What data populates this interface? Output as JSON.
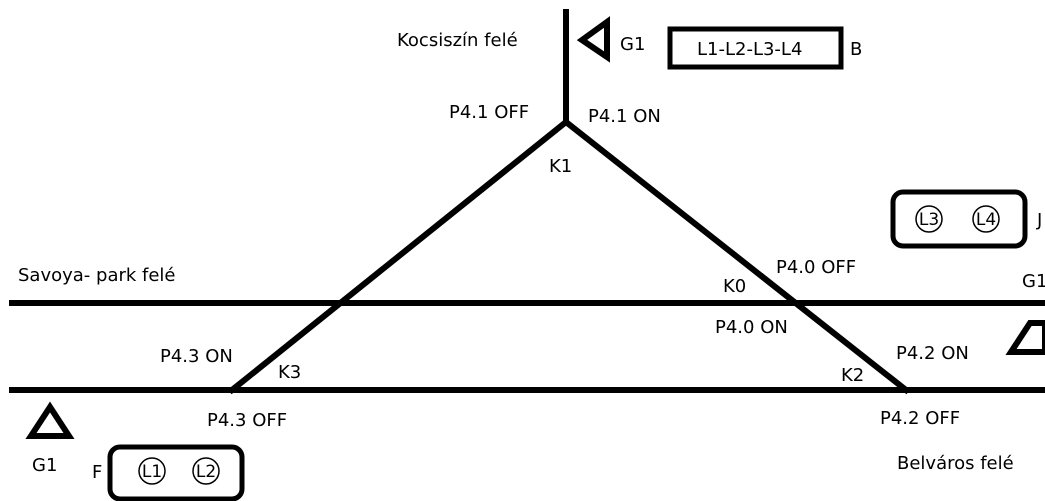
{
  "labels": {
    "kocsiszin": "Kocsiszín felé",
    "savoya": "Savoya- park felé",
    "belvaros": "Belváros felé"
  },
  "signals": {
    "top": "G1",
    "left": "G1",
    "right": "G1"
  },
  "boxes": {
    "top": {
      "text": "L1-L2-L3-L4",
      "suffix": "B"
    },
    "right": {
      "items": [
        "L3",
        "L4"
      ],
      "suffix": "J"
    },
    "bottom": {
      "items": [
        "L1",
        "L2"
      ],
      "suffix": "F"
    }
  },
  "points": {
    "p41_off": "P4.1 OFF",
    "p41_on": "P4.1 ON",
    "p40_off": "P4.0 OFF",
    "p40_on": "P4.0 ON",
    "p43_on": "P4.3 ON",
    "p43_off": "P4.3 OFF",
    "p42_on": "P4.2 ON",
    "p42_off": "P4.2 OFF"
  },
  "nodes": {
    "k0": "K0",
    "k1": "K1",
    "k2": "K2",
    "k3": "K3"
  },
  "colors": {
    "line": "#000000",
    "background": "#ffffff"
  }
}
